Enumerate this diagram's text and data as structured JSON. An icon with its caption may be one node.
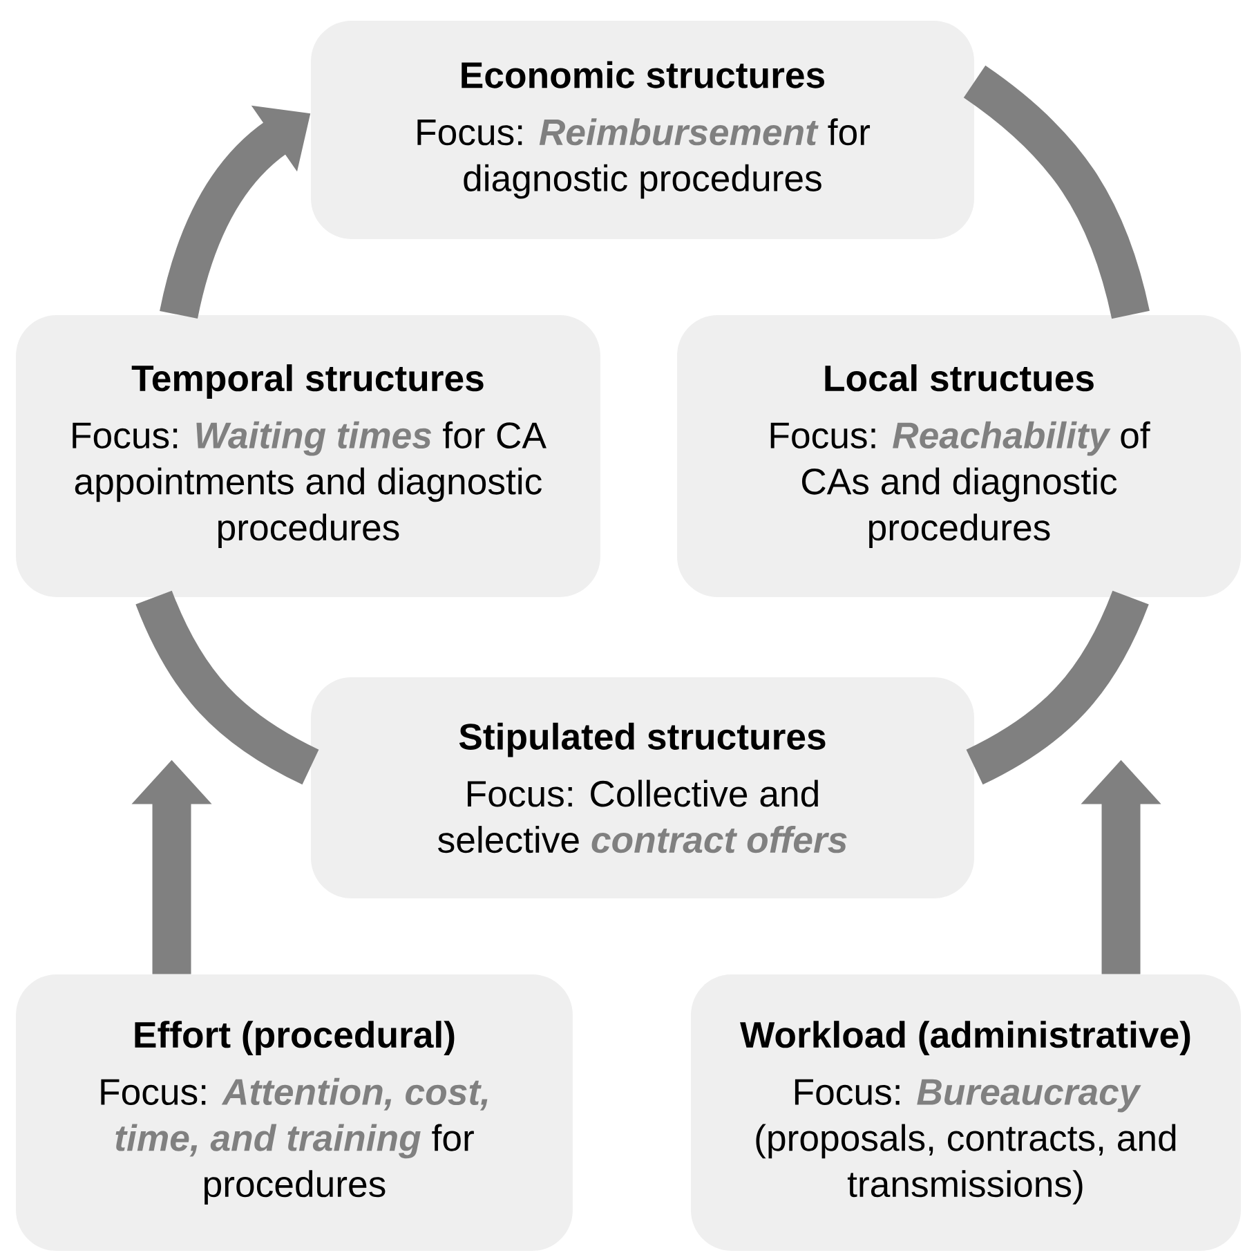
{
  "diagram": {
    "nodes": [
      {
        "text": [
          "Economic structures",
          "Focus: *Reimbursement* for diagnostic procedures"
        ]
      },
      {
        "text": [
          "Temporal structures",
          "Focus: *Waiting times* for CA appointments and diagnostic procedures"
        ]
      },
      {
        "text": [
          "Local structues",
          "Focus: *Reachability* of CAs and diagnostic procedures"
        ]
      },
      {
        "text": [
          "Stipulated structures",
          "Focus: Collective and selective *contract offers*"
        ]
      },
      {
        "text": [
          "Effort (procedural)",
          "Focus: *Attention, cost, time, and training* for procedures"
        ]
      },
      {
        "text": [
          "Workload (administrative)",
          "Focus: *Bureaucracy* (proposals, contracts, and transmissions)"
        ]
      }
    ],
    "edges": [
      {
        "from": 1,
        "to": 0,
        "arrow": "to"
      },
      {
        "from": 0,
        "to": 2,
        "arrow": "none"
      },
      {
        "from": 2,
        "to": 3,
        "arrow": "none"
      },
      {
        "from": 3,
        "to": 1,
        "arrow": "none"
      },
      {
        "from": 4,
        "to": null,
        "arrow": "to"
      },
      {
        "from": 5,
        "to": null,
        "arrow": "to"
      }
    ]
  }
}
